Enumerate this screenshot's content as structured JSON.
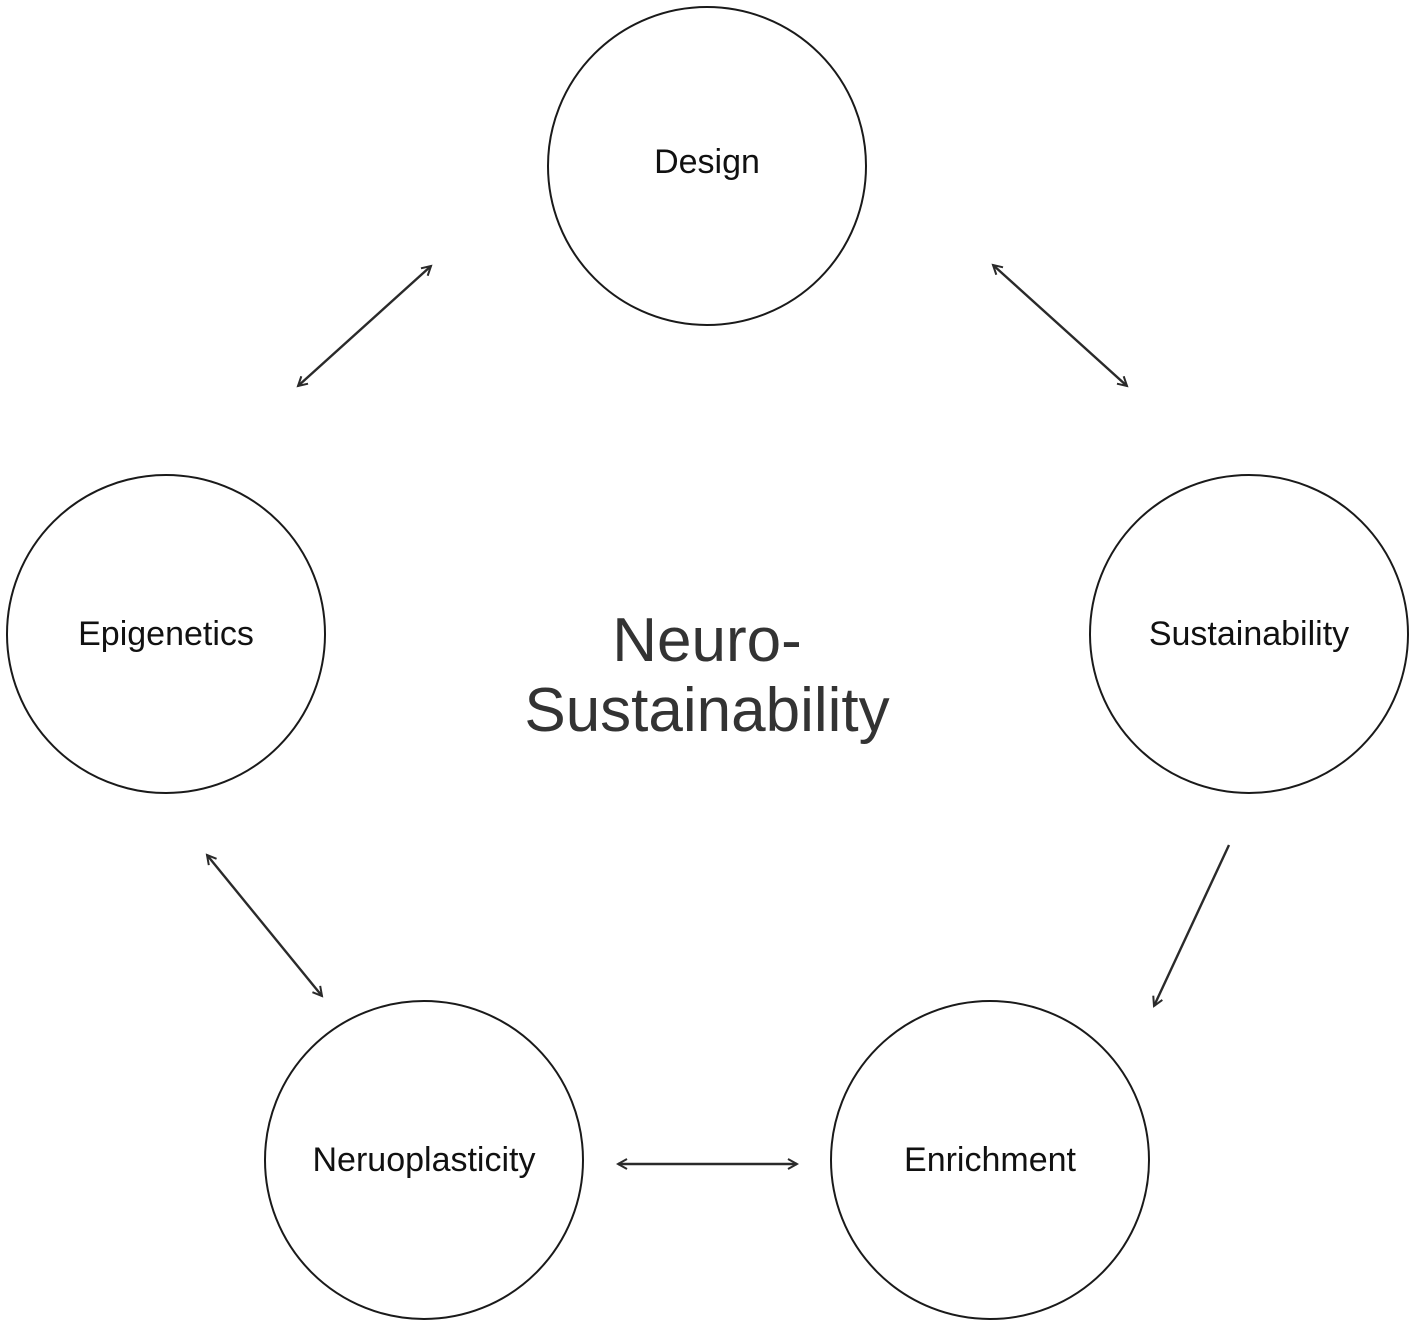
{
  "diagram": {
    "center_title_line1": "Neuro-",
    "center_title_line2": "Sustainability",
    "nodes": [
      {
        "id": "design",
        "label": "Design"
      },
      {
        "id": "sustainability",
        "label": "Sustainability"
      },
      {
        "id": "enrichment",
        "label": "Enrichment"
      },
      {
        "id": "neruoplasticity",
        "label": "Neruoplasticity"
      },
      {
        "id": "epigenetics",
        "label": "Epigenetics"
      }
    ],
    "connections": [
      {
        "from": "design",
        "to": "sustainability",
        "direction": "bidirectional"
      },
      {
        "from": "sustainability",
        "to": "enrichment",
        "direction": "one-way"
      },
      {
        "from": "enrichment",
        "to": "neruoplasticity",
        "direction": "bidirectional"
      },
      {
        "from": "neruoplasticity",
        "to": "epigenetics",
        "direction": "bidirectional"
      },
      {
        "from": "epigenetics",
        "to": "design",
        "direction": "bidirectional"
      }
    ],
    "colors": {
      "stroke": "#1a1a1a",
      "text": "#111111",
      "title": "#333333",
      "background": "#ffffff"
    }
  }
}
